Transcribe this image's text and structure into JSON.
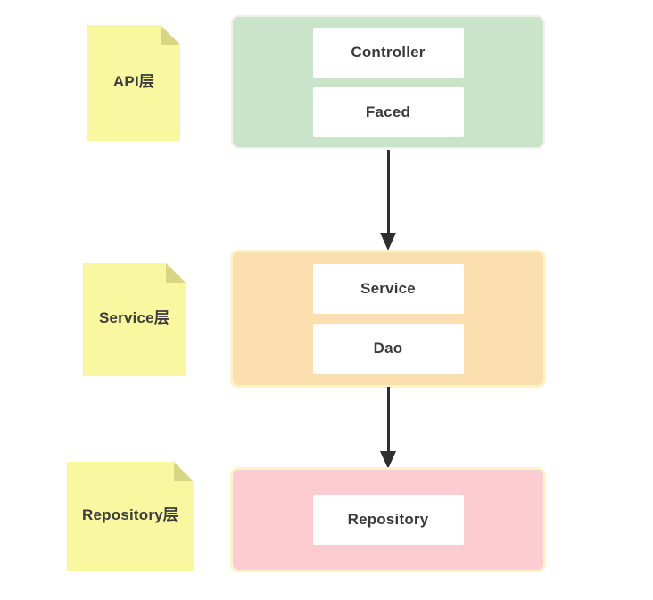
{
  "colors": {
    "note_fill": "#f9f8a1",
    "note_fold": "#d8d584",
    "api_layer_fill": "#c9e4c9",
    "api_layer_border": "#f0f0f0",
    "service_layer_fill": "#fcdfae",
    "repository_layer_fill": "#fdccd3",
    "warm_layer_border": "#fbf4c9",
    "inner_box_fill": "#ffffff",
    "text": "#3a3a3a",
    "arrow": "#2e2e2e",
    "background": "#ffffff"
  },
  "notes": [
    {
      "label": "API层"
    },
    {
      "label": "Service层"
    },
    {
      "label": "Repository层"
    }
  ],
  "layers": [
    {
      "name": "api-layer",
      "boxes": [
        {
          "label": "Controller"
        },
        {
          "label": "Faced"
        }
      ]
    },
    {
      "name": "service-layer",
      "boxes": [
        {
          "label": "Service"
        },
        {
          "label": "Dao"
        }
      ]
    },
    {
      "name": "repository-layer",
      "boxes": [
        {
          "label": "Repository"
        }
      ]
    }
  ]
}
